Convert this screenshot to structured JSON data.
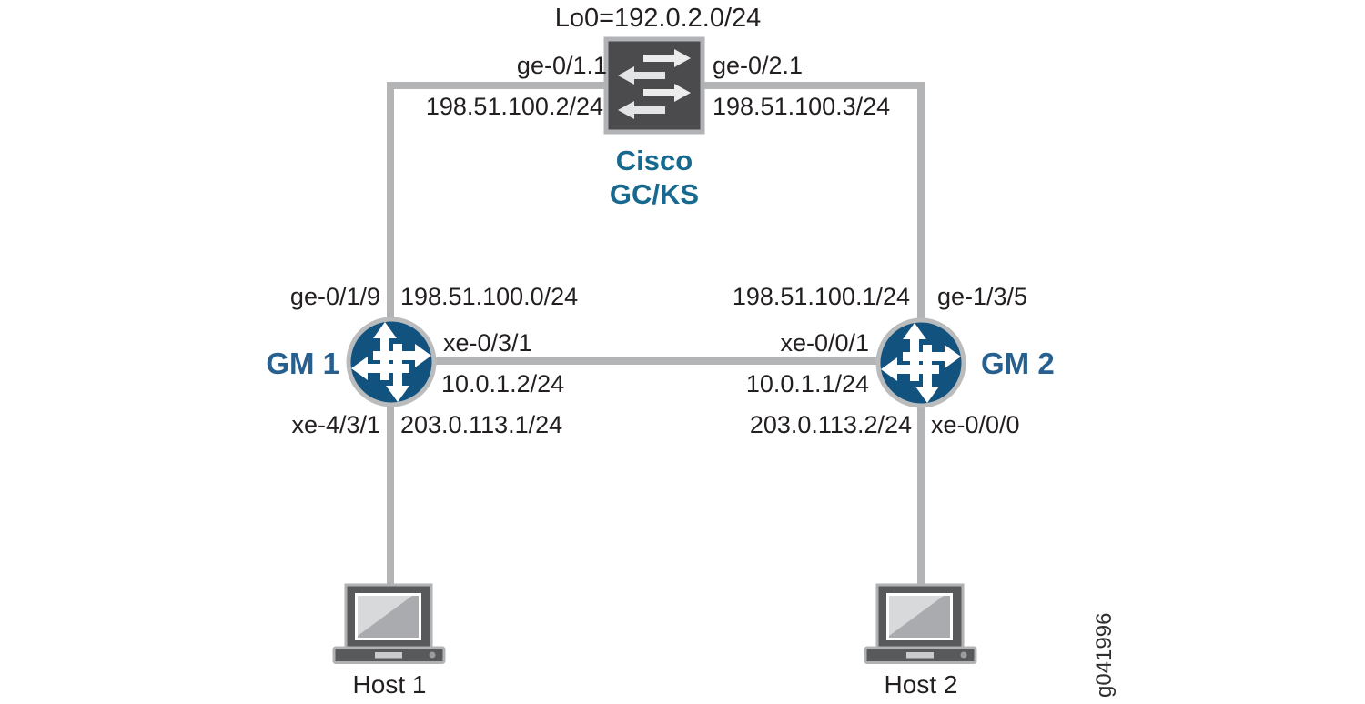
{
  "figure": {
    "id_text": "g041996"
  },
  "colors": {
    "link_gray": "#b2b4b6",
    "switch_fill": "#4b4b4d",
    "router_blue": "#11527e",
    "cisco_label_blue": "#17698f",
    "gm_label_blue": "#27608e",
    "text_black": "#231f20",
    "icon_outline_gray": "#b1b3b6"
  },
  "switch": {
    "loopback": "Lo0=192.0.2.0/24",
    "name_line1": "Cisco",
    "name_line2": "GC/KS",
    "left_interface": "ge-0/1.1",
    "left_address": "198.51.100.2/24",
    "right_interface": "ge-0/2.1",
    "right_address": "198.51.100.3/24"
  },
  "gm1": {
    "name": "GM 1",
    "up_interface": "ge-0/1/9",
    "up_network": "198.51.100.0/24",
    "right_interface": "xe-0/3/1",
    "right_address": "10.0.1.2/24",
    "down_interface": "xe-4/3/1",
    "down_address": "203.0.113.1/24"
  },
  "gm2": {
    "name": "GM 2",
    "up_network": "198.51.100.1/24",
    "up_interface": "ge-1/3/5",
    "left_interface": "xe-0/0/1",
    "left_address": "10.0.1.1/24",
    "down_address": "203.0.113.2/24",
    "down_interface": "xe-0/0/0"
  },
  "host1": {
    "name": "Host 1"
  },
  "host2": {
    "name": "Host 2"
  }
}
